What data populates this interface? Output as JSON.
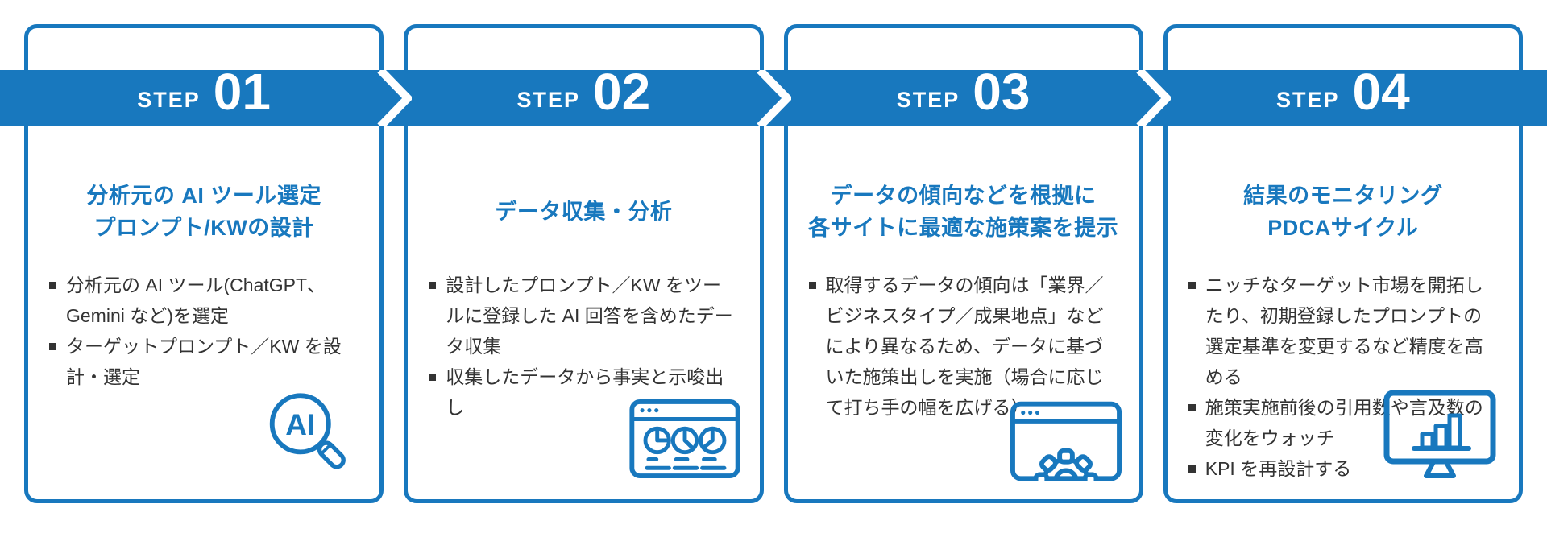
{
  "accent_color": "#1878BE",
  "text_color": "#333333",
  "banner_text_color": "#ffffff",
  "steps": [
    {
      "step_label": "STEP",
      "step_number": "01",
      "title_lines": [
        "分析元の AI ツール選定",
        "プロンプト/KWの設計"
      ],
      "bullets": [
        "分析元の AI ツール(ChatGPT、Gemini など)を選定",
        "ターゲットプロンプト／KW を設計・選定"
      ],
      "icon": "ai-magnifier-icon"
    },
    {
      "step_label": "STEP",
      "step_number": "02",
      "title_lines": [
        "データ収集・分析"
      ],
      "bullets": [
        "設計したプロンプト／KW をツールに登録した AI 回答を含めたデータ収集",
        "収集したデータから事実と示唆出し"
      ],
      "icon": "dashboard-browser-icon"
    },
    {
      "step_label": "STEP",
      "step_number": "03",
      "title_lines": [
        "データの傾向などを根拠に",
        "各サイトに最適な施策案を提示"
      ],
      "bullets": [
        "取得するデータの傾向は「業界／ビジネスタイプ／成果地点」などにより異なるため、データに基づいた施策出しを実施（場合に応じて打ち手の幅を広げる）"
      ],
      "icon": "gear-browser-icon"
    },
    {
      "step_label": "STEP",
      "step_number": "04",
      "title_lines": [
        "結果のモニタリング",
        "PDCAサイクル"
      ],
      "bullets": [
        "ニッチなターゲット市場を開拓したり、初期登録したプロンプトの選定基準を変更するなど精度を高める",
        "施策実施前後の引用数や言及数の変化をウォッチ",
        "KPI を再設計する"
      ],
      "icon": "monitor-chart-icon"
    }
  ]
}
